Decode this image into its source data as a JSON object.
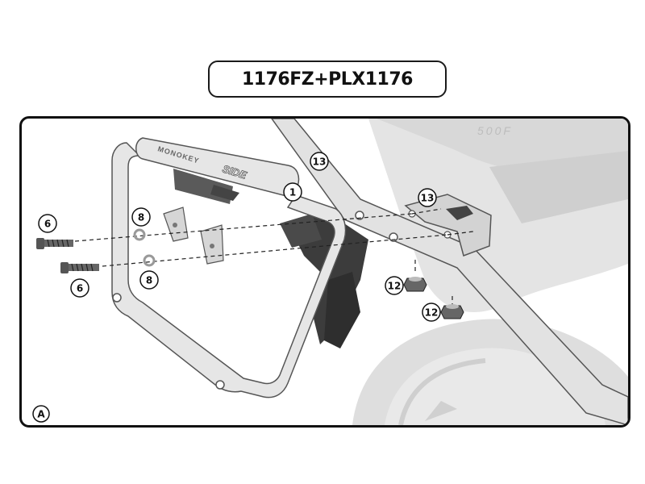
{
  "title": "1176FZ+PLX1176",
  "frame_label": "A",
  "rack_text": {
    "brand": "MONOKEY",
    "side": "SIDE"
  },
  "callouts": {
    "part_1": "1",
    "part_13_top": "13",
    "part_13_bracket": "13",
    "part_6_top": "6",
    "part_6_bottom": "6",
    "part_8_top": "8",
    "part_8_bottom": "8",
    "part_12_left": "12",
    "part_12_right": "12"
  }
}
